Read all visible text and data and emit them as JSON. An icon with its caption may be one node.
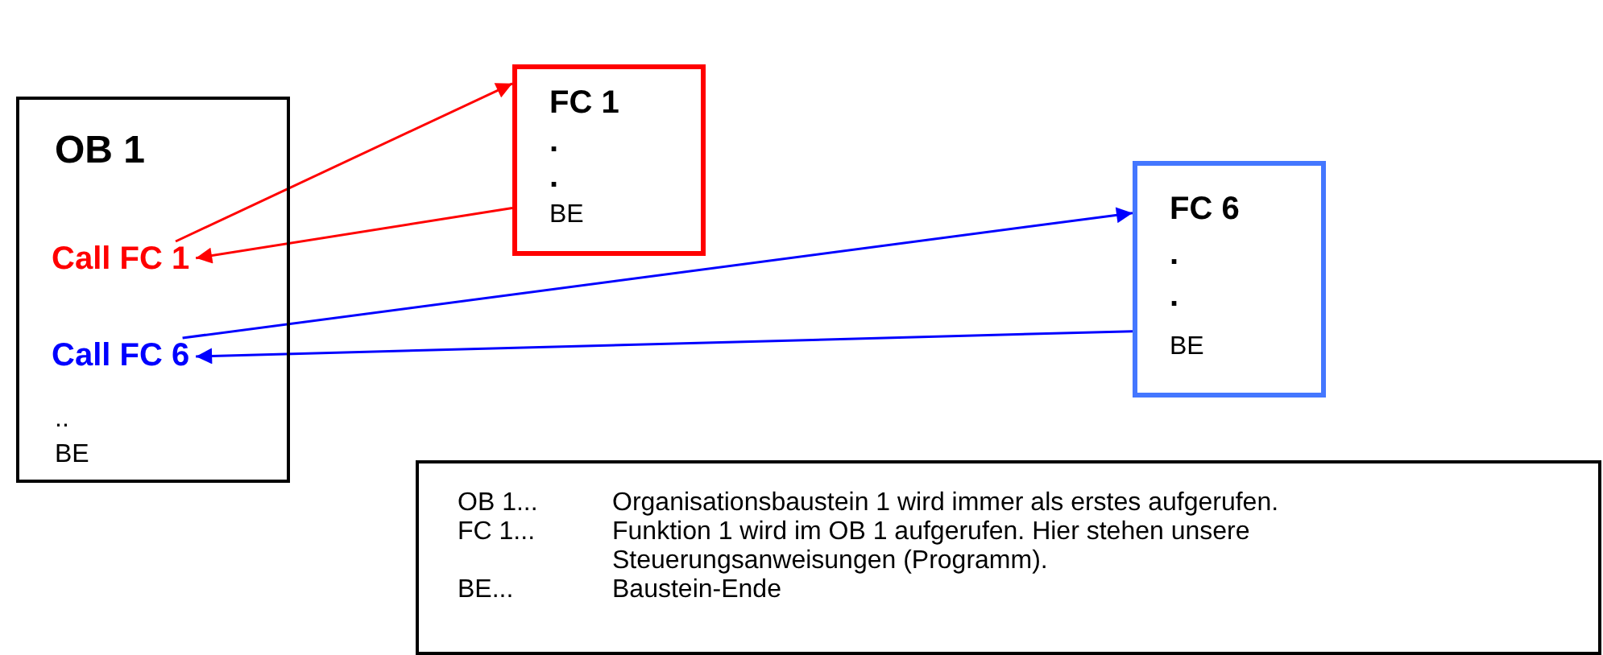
{
  "diagram": {
    "nodes": [
      {
        "text": [
          "OB 1",
          "..",
          "BE"
        ]
      },
      {
        "text": [
          "Call FC 1"
        ],
        "in": 0
      },
      {
        "text": [
          "Call FC 6"
        ],
        "in": 0
      },
      {
        "text": [
          "FC 1",
          ".",
          ".",
          "BE"
        ]
      },
      {
        "text": [
          "FC 6",
          ".",
          ".",
          "BE"
        ]
      },
      {
        "text": [
          "OB 1...",
          "Organisationsbaustein 1 wird immer als erstes aufgerufen.",
          "FC 1...",
          "Funktion 1 wird im OB 1 aufgerufen. Hier stehen unsere Steuerungsanweisungen (Programm).",
          "BE...",
          "Baustein-Ende"
        ]
      }
    ],
    "edges": [
      {
        "from": 1,
        "to": 3,
        "arrow": "to",
        "color": "#ff0000"
      },
      {
        "from": 3,
        "to": 1,
        "arrow": "to",
        "color": "#ff0000"
      },
      {
        "from": 2,
        "to": 4,
        "arrow": "to",
        "color": "#0000ff"
      },
      {
        "from": 4,
        "to": 2,
        "arrow": "to",
        "color": "#0000ff"
      }
    ]
  }
}
